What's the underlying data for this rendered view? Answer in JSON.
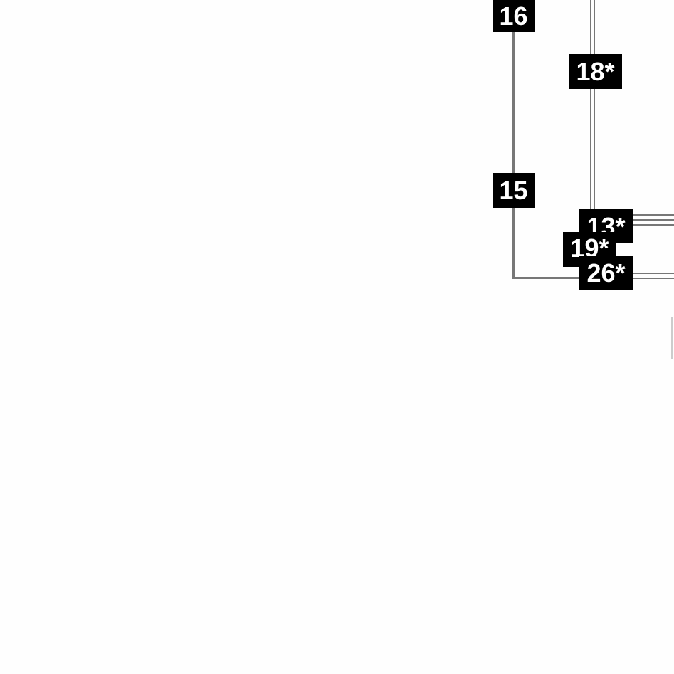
{
  "nodes": {
    "n16": "16",
    "n18": "18*",
    "n15": "15",
    "n13": "13*",
    "n19": "19*",
    "n26": "26*"
  }
}
